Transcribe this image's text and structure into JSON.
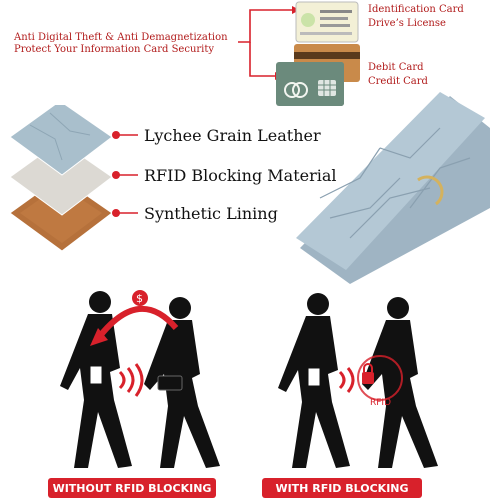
{
  "top_left_caption": {
    "line1": "Anti Digital Theft & Anti Demagnetization",
    "line2": "Protect Your Information Card Security"
  },
  "cards": {
    "id_label": "Identification Card",
    "license_label": "Drive’s License",
    "debit_label": "Debit Card",
    "credit_label": "Credit Card"
  },
  "layers": [
    {
      "label": "Lychee Grain Leather"
    },
    {
      "label": "RFID Blocking Material"
    },
    {
      "label": "Synthetic Lining"
    }
  ],
  "scenes": {
    "without": {
      "banner": "WITHOUT RFID BLOCKING"
    },
    "with": {
      "banner": "WITH RFID BLOCKING",
      "shield_text": "RFID"
    }
  },
  "colors": {
    "accent_red": "#d8212b",
    "text_red": "#b11b1b",
    "wallet_blue": "#a8bdcc",
    "silhouette": "#111111"
  }
}
